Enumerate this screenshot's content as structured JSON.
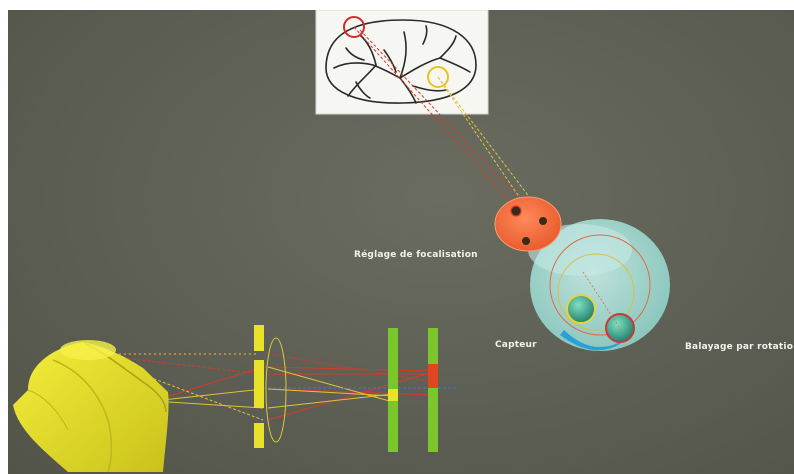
{
  "labels": {
    "focus": "Réglage de focalisation",
    "sensor": "Capteur",
    "scan": "Balayage par rotatio"
  },
  "colors": {
    "background": "#5d5f54",
    "object_yellow": "#e8e22a",
    "strip_green": "#7bc62a",
    "pixel_red": "#e0471e",
    "ray_red": "#d63a2a",
    "ray_yellow": "#e0c23a",
    "axis_blue": "#4a6fd8",
    "disk_cyan": "#a9ded6",
    "focus_orange": "#f07040"
  }
}
